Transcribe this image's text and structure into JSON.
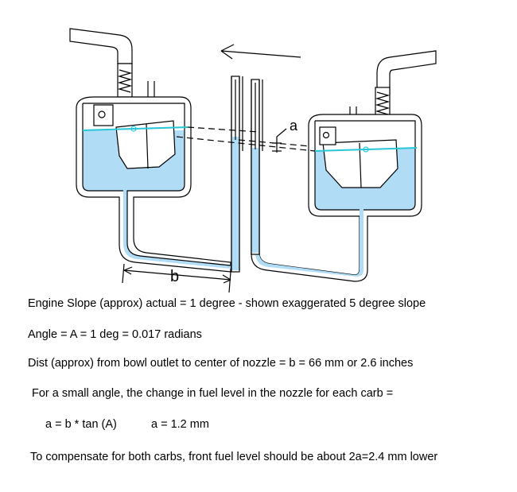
{
  "diagram": {
    "label_a": "a",
    "label_b": "b",
    "colors": {
      "fuel": "#b1dcf6",
      "level_line": "#26c6d9",
      "line": "#000000"
    }
  },
  "notes": {
    "slope": "Engine Slope (approx) actual = 1 degree - shown exaggerated 5 degree slope",
    "angle": "Angle = A = 1 deg = 0.017 radians",
    "dist": "Dist (approx) from bowl outlet to center of nozzle = b = 66 mm or 2.6 inches",
    "small_angle": "For a small angle, the change in fuel level in the nozzle for each carb =",
    "formula": "a = b * tan (A)",
    "result": "a =  1.2 mm",
    "compensate": "To compensate for both carbs, front fuel level should be about 2a=2.4 mm lower"
  }
}
